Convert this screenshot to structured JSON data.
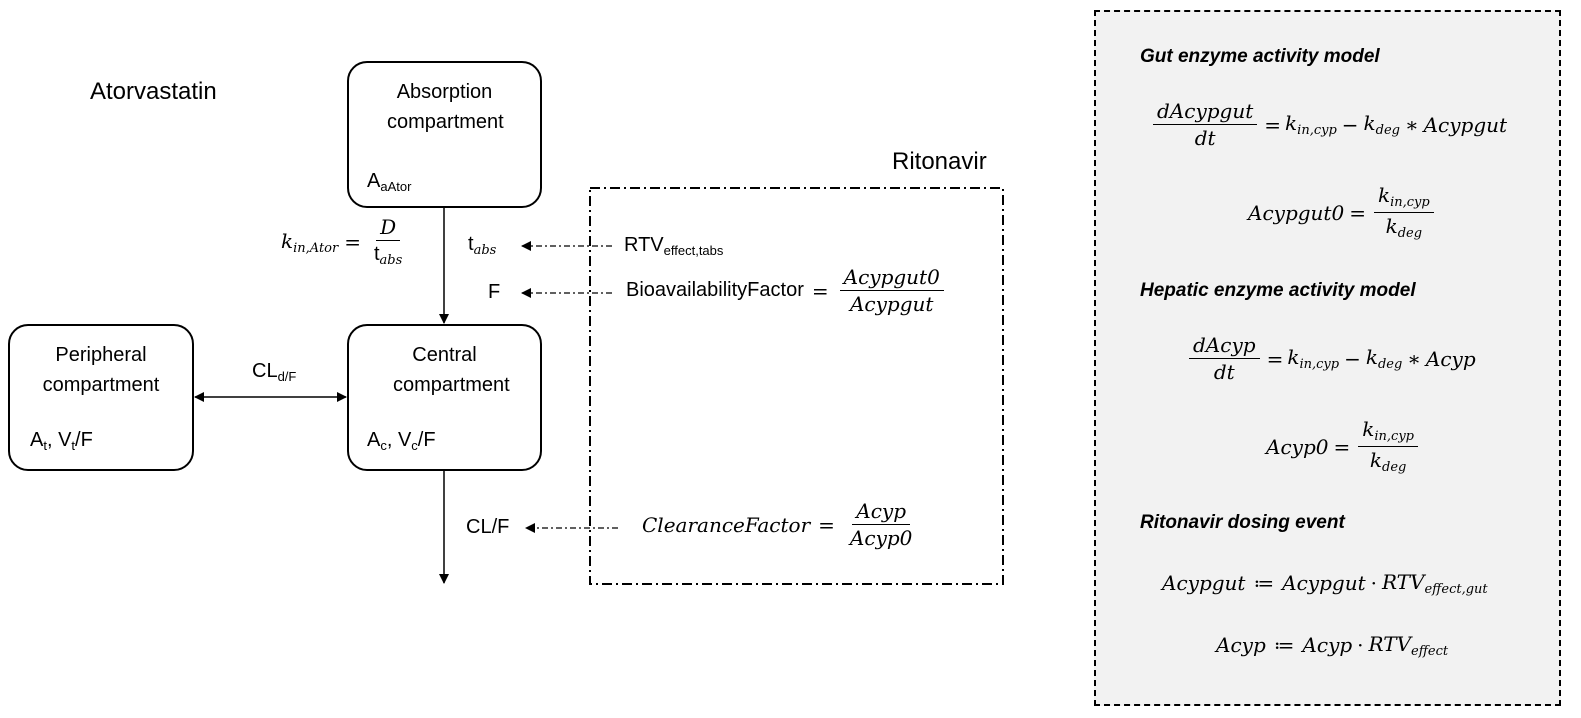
{
  "left": {
    "drug_label": "Atorvastatin",
    "absorption": {
      "title": "Absorption compartment",
      "amount_main": "A",
      "amount_sub": "aAtor"
    },
    "central": {
      "title": "Central compartment",
      "amount": "A",
      "amount_sub": "c",
      "volume": ", V",
      "volume_sub": "c",
      "volume_rest": "/F"
    },
    "peripheral": {
      "title": "Peripheral compartment",
      "amount": "A",
      "amount_sub": "t",
      "volume": ", V",
      "volume_sub": "t",
      "volume_rest": "/F"
    },
    "kin": {
      "lhs_main": "k",
      "lhs_sub": "in,Ator",
      "equals": "=",
      "numerator": "D",
      "den_main": "t",
      "den_sub": "abs"
    },
    "tabs": {
      "main": "t",
      "sub": "abs"
    },
    "f_label": "F",
    "cld": {
      "main": "CL",
      "sub": "d/F"
    },
    "clf_label": "CL/F"
  },
  "ritonavir": {
    "label": "Ritonavir",
    "rtv_effect": {
      "main": "RTV",
      "sub": "effect,tabs"
    },
    "bioavailability": {
      "lhs": "BioavailabilityFactor",
      "equals": "=",
      "numerator": "Acypgut0",
      "denominator": "Acypgut"
    },
    "clearance": {
      "lhs": "ClearanceFactor",
      "equals": "=",
      "numerator": "Acyp",
      "denominator": "Acyp0"
    }
  },
  "panel": {
    "gut_title": "Gut enzyme activity model",
    "gut_eq1": {
      "numerator": "dAcypgut",
      "denominator": "dt",
      "equals": "=",
      "k1": "k",
      "k1_sub": "in,cyp",
      "minus": "−",
      "k2": "k",
      "k2_sub": "deg",
      "times": "∗",
      "var": "Acypgut"
    },
    "gut_eq2": {
      "lhs": "Acypgut0",
      "equals": "=",
      "num_main": "k",
      "num_sub": "in,cyp",
      "den_main": "k",
      "den_sub": "deg"
    },
    "hep_title": "Hepatic enzyme activity model",
    "hep_eq1": {
      "numerator": "dAcyp",
      "denominator": "dt",
      "equals": "=",
      "k1": "k",
      "k1_sub": "in,cyp",
      "minus": "−",
      "k2": "k",
      "k2_sub": "deg",
      "times": "∗",
      "var": "Acyp"
    },
    "hep_eq2": {
      "lhs": "Acyp0",
      "equals": "=",
      "num_main": "k",
      "num_sub": "in,cyp",
      "den_main": "k",
      "den_sub": "deg"
    },
    "dose_title": "Ritonavir dosing event",
    "dose_eq1": {
      "lhs": "Acypgut",
      "assign": "≔",
      "rhs": "Acypgut",
      "dot": "·",
      "rtv": "RTV",
      "rtv_sub": "effect,gut"
    },
    "dose_eq2": {
      "lhs": "Acyp",
      "assign": "≔",
      "rhs": "Acyp",
      "dot": "·",
      "rtv": "RTV",
      "rtv_sub": "effect"
    }
  }
}
